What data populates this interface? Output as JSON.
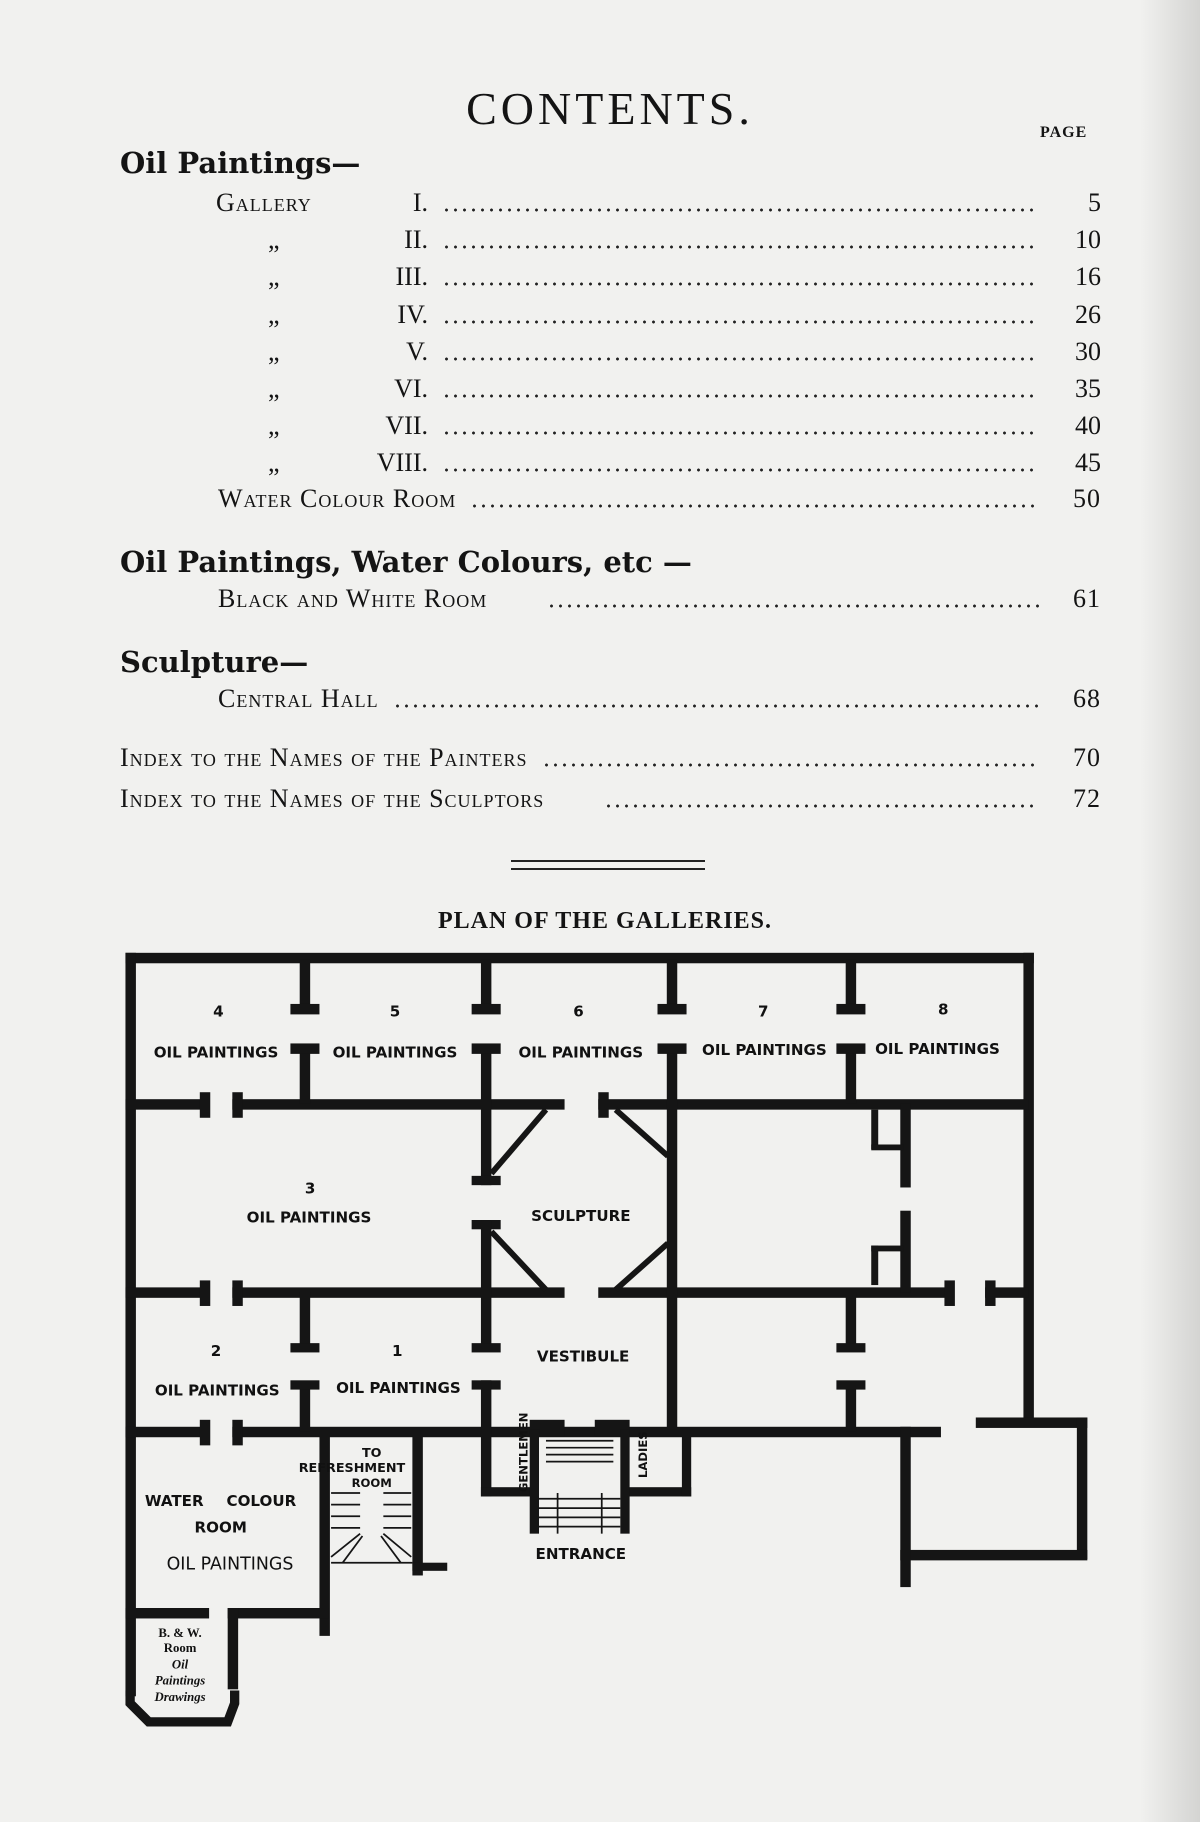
{
  "title": "CONTENTS.",
  "page_header": "PAGE",
  "sections": [
    {
      "heading": "Oil Paintings—"
    },
    {
      "heading": "Oil Paintings, Water Colours, etc —"
    },
    {
      "heading": "Sculpture—"
    }
  ],
  "galleries": [
    {
      "prefix": "Gallery",
      "numeral": "I.",
      "page": "5"
    },
    {
      "prefix": "„",
      "numeral": "II.",
      "page": "10"
    },
    {
      "prefix": "„",
      "numeral": "III.",
      "page": "16"
    },
    {
      "prefix": "„",
      "numeral": "IV.",
      "page": "26"
    },
    {
      "prefix": "„",
      "numeral": "V.",
      "page": "30"
    },
    {
      "prefix": "„",
      "numeral": "VI.",
      "page": "35"
    },
    {
      "prefix": "„",
      "numeral": "VII.",
      "page": "40"
    },
    {
      "prefix": "„",
      "numeral": "VIII.",
      "page": "45"
    }
  ],
  "entries": [
    {
      "label": "Water Colour Room",
      "page": "50"
    },
    {
      "label": "Black and White Room",
      "page": "61"
    },
    {
      "label": "Central Hall",
      "page": "68"
    },
    {
      "label": "Index to the Names of the Painters",
      "page": "70"
    },
    {
      "label": "Index to the Names of the Sculptors",
      "page": "72"
    }
  ],
  "plan": {
    "title": "PLAN OF THE GALLERIES.",
    "labels": {
      "r4": "4",
      "r5": "5",
      "r6": "6",
      "r7": "7",
      "r8": "8",
      "r3": "3",
      "r2": "2",
      "r1": "1",
      "oil": "OIL PAINTINGS",
      "sculpture": "SCULPTURE",
      "vestibule": "VESTIBULE",
      "to": "TO",
      "refreshment": "REFRESHMENT",
      "room": "ROOM",
      "water": "WATER",
      "colour": "COLOUR",
      "gentlemen": "GENTLEMEN",
      "ladies": "LADIES",
      "entrance": "ENTRANCE",
      "bw": "B. & W.",
      "bw_room": "Room",
      "bw_oil": "Oil",
      "bw_paintings": "Paintings",
      "bw_drawings": "Drawings"
    }
  }
}
